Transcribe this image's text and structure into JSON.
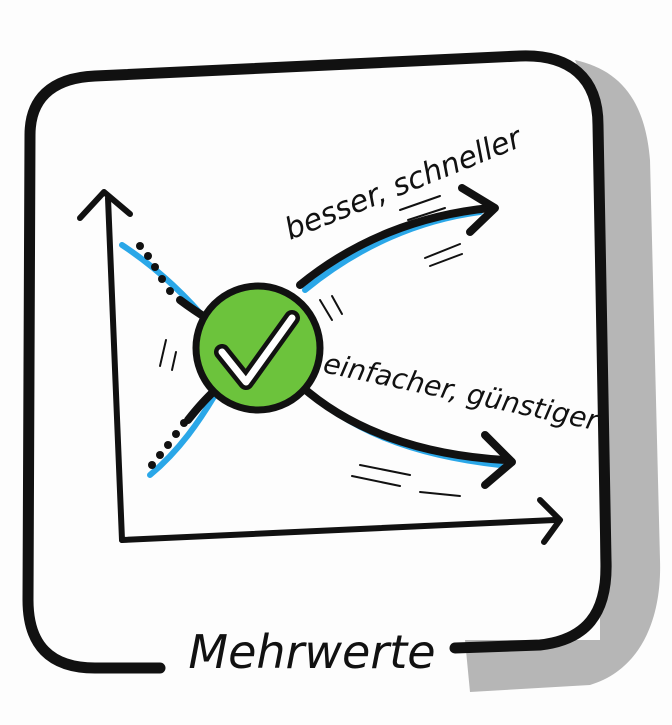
{
  "diagram": {
    "title": "Mehrwerte",
    "upper_curve_label": "besser, schneller",
    "lower_curve_label": "einfacher, günstiger",
    "center_icon": "checkmark-icon",
    "colors": {
      "ink": "#111111",
      "accent_line": "#2aa7e8",
      "check_circle": "#6cc33c",
      "card_shadow": "#a9a9a9",
      "background": "#fdfdfd"
    }
  }
}
